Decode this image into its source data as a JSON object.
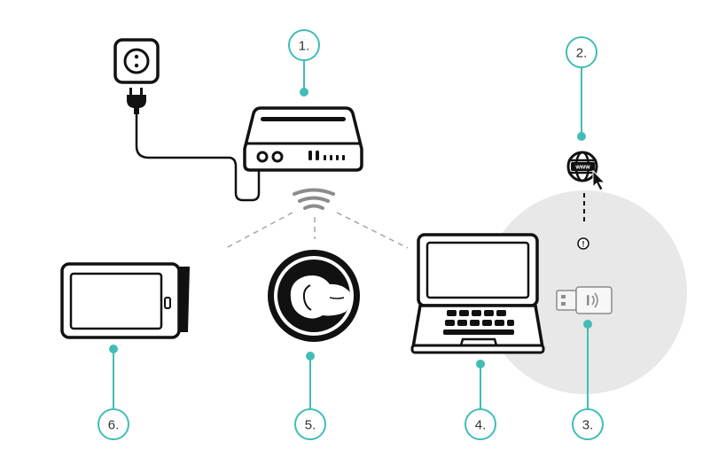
{
  "colors": {
    "accent": "#41bdb6",
    "ink": "#111111",
    "dashed": "#a6a6a6",
    "highlight": "#e8e8e8"
  },
  "markers": {
    "m1": "1.",
    "m2": "2.",
    "m3": "3.",
    "m4": "4.",
    "m5": "5.",
    "m6": "6."
  },
  "icons": {
    "outlet": "power-outlet-icon",
    "plug": "power-plug-icon",
    "router": "router-icon",
    "wifi": "wifi-signal-icon",
    "globe": "globe-www-icon",
    "cursor": "cursor-arrow-icon",
    "warning": "warning-icon",
    "usb": "usb-wifi-dongle-icon",
    "tablet": "tablet-icon",
    "app": "app-logo-icon",
    "laptop": "laptop-icon"
  },
  "globe_text": "www",
  "warning_text": "!"
}
